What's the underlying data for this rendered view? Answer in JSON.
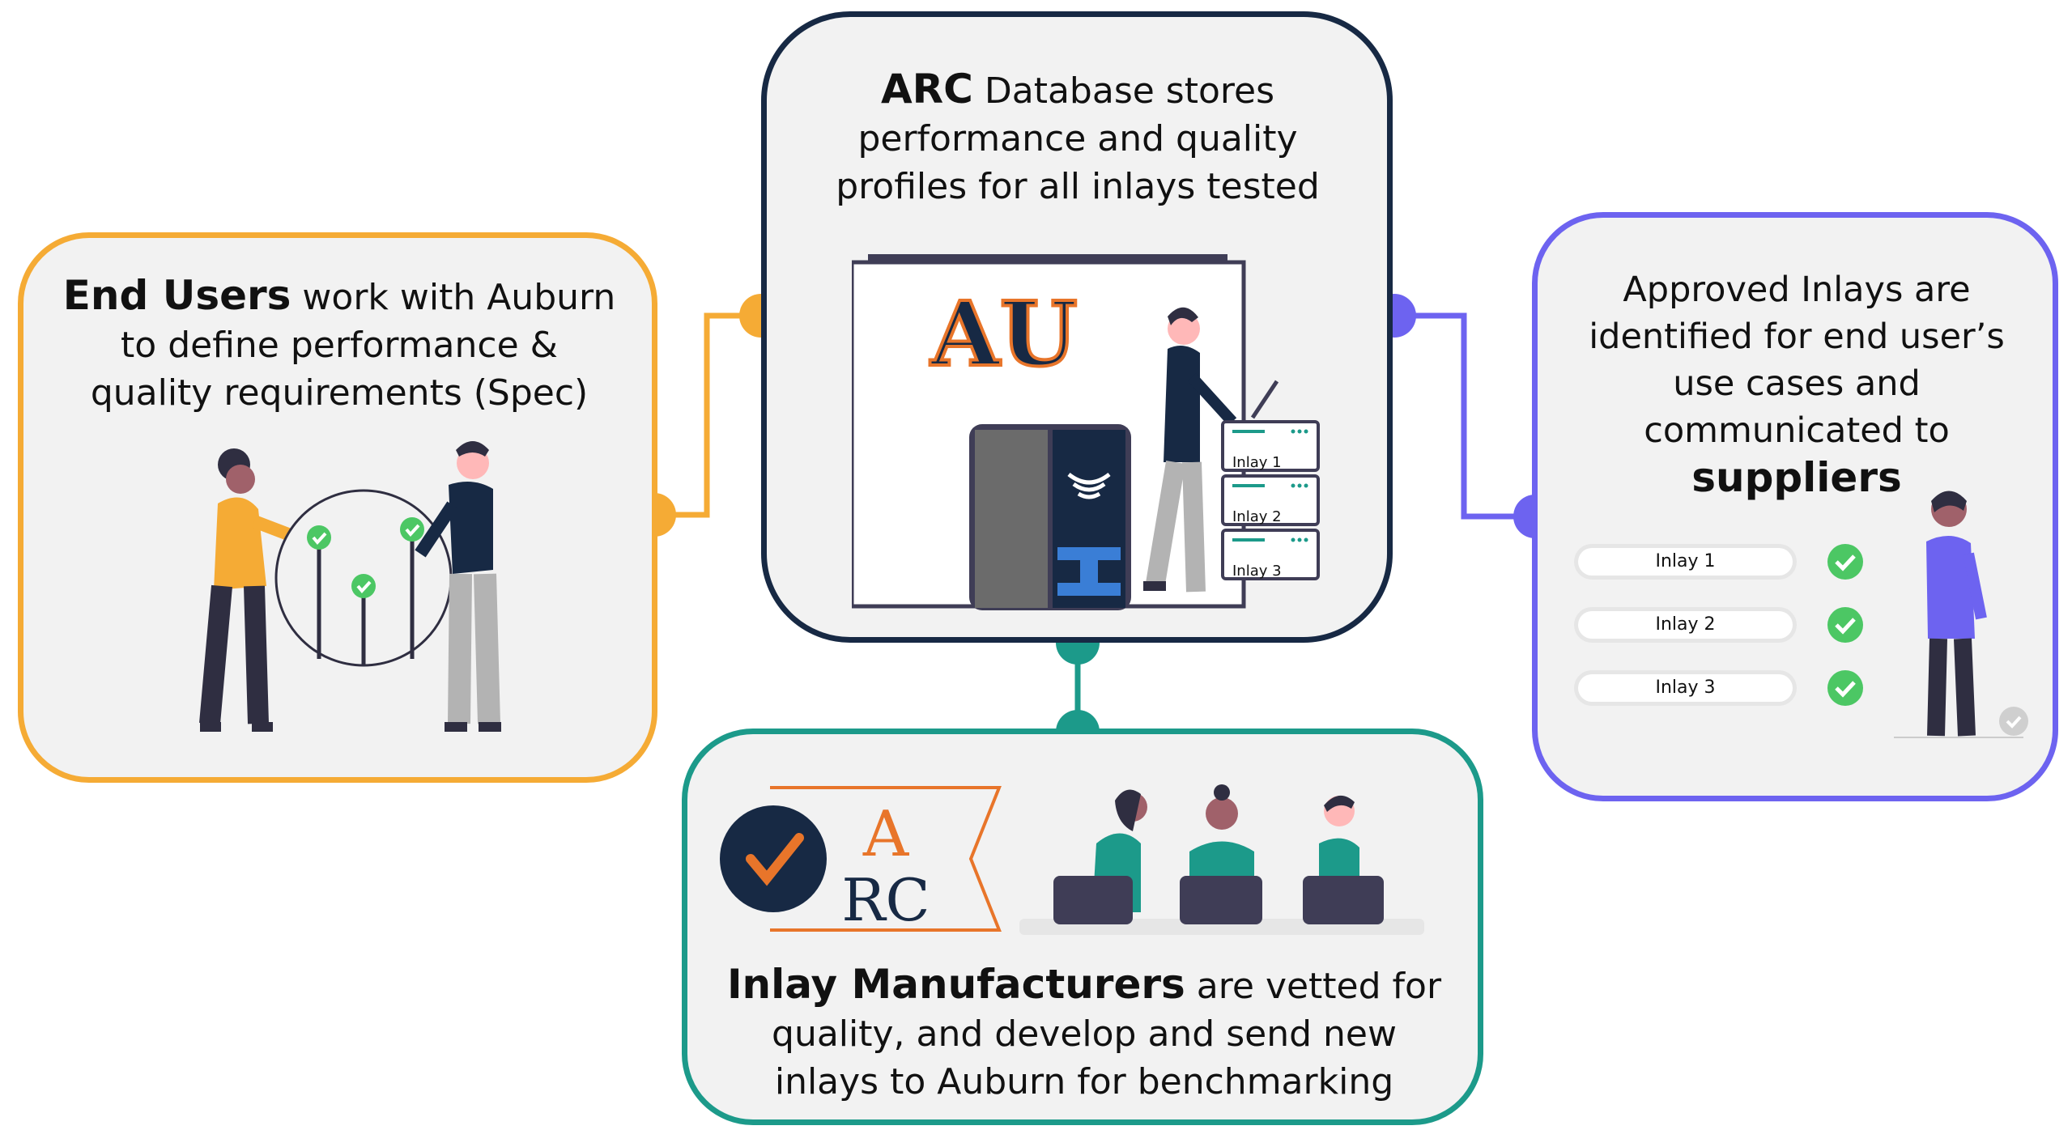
{
  "end_users": {
    "bold": "End Users",
    "text": " work with Auburn to define performance & quality requirements (Spec)"
  },
  "arc_database": {
    "bold": "ARC",
    "text": " Database stores performance and quality profiles for all inlays tested",
    "logo_text": "AU",
    "rack_items": [
      "Inlay 1",
      "Inlay 2",
      "Inlay 3"
    ]
  },
  "approved": {
    "text": "Approved Inlays are identified for end user’s use cases and communicated to ",
    "bold": "suppliers",
    "inlays": [
      "Inlay 1",
      "Inlay 2",
      "Inlay 3"
    ]
  },
  "manufacturers": {
    "bold": "Inlay Manufacturers",
    "text": " are vetted for quality, and develop and send new inlays to Auburn for benchmarking",
    "logo_a": "A",
    "logo_rc": "RC"
  },
  "colors": {
    "end_users": "#f5ab35",
    "arc": "#172944",
    "approved": "#6d63f0",
    "manufacturers": "#1c9a8a",
    "auburn_orange": "#e8752a",
    "check_green": "#4cc764"
  }
}
